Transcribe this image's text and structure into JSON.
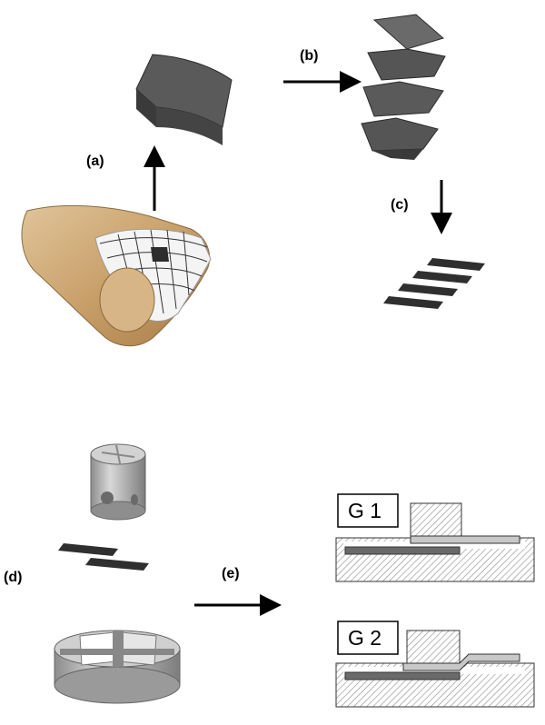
{
  "steps": {
    "a": "(a)",
    "b": "(b)",
    "c": "(c)",
    "d": "(d)",
    "e": "(e)"
  },
  "groups": {
    "g1": "G 1",
    "g2": "G 2"
  }
}
